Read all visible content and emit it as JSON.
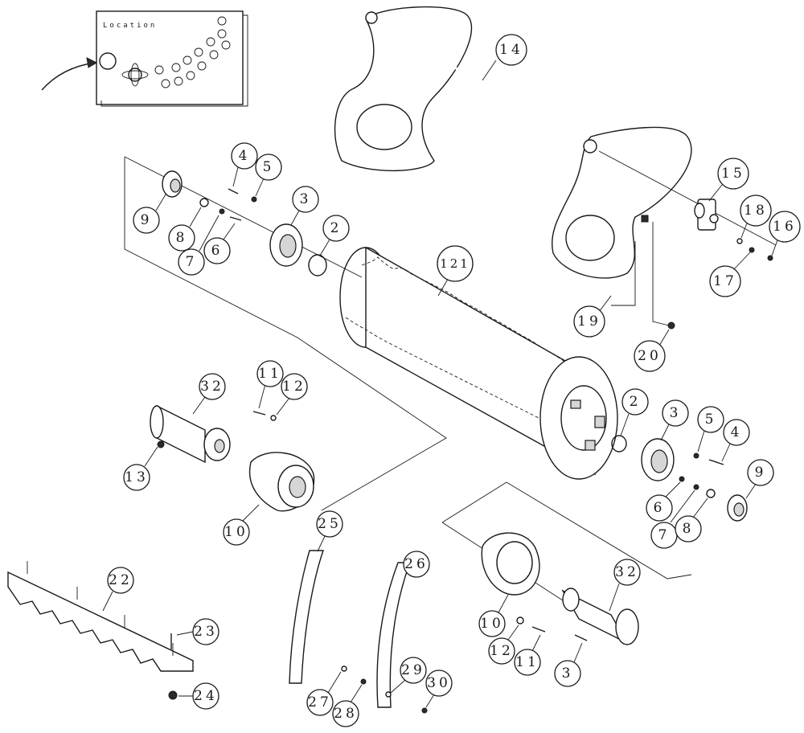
{
  "location_label": "Location",
  "callouts": [
    {
      "id": "c14",
      "label": "14"
    },
    {
      "id": "c15",
      "label": "15"
    },
    {
      "id": "c18a",
      "label": "18"
    },
    {
      "id": "c16a",
      "label": "16"
    },
    {
      "id": "c17",
      "label": "17"
    },
    {
      "id": "c19a",
      "label": "19"
    },
    {
      "id": "c20",
      "label": "20"
    },
    {
      "id": "c121",
      "label": "121"
    },
    {
      "id": "c4a",
      "label": "4"
    },
    {
      "id": "c5a",
      "label": "5"
    },
    {
      "id": "c3a",
      "label": "3"
    },
    {
      "id": "c2a",
      "label": "2"
    },
    {
      "id": "c9a",
      "label": "9"
    },
    {
      "id": "c8a",
      "label": "8"
    },
    {
      "id": "c7a",
      "label": "7"
    },
    {
      "id": "c6a",
      "label": "6"
    },
    {
      "id": "c32a",
      "label": "32"
    },
    {
      "id": "c11a",
      "label": "11"
    },
    {
      "id": "c12a",
      "label": "12"
    },
    {
      "id": "c13a",
      "label": "13"
    },
    {
      "id": "c10a",
      "label": "10"
    },
    {
      "id": "c2b",
      "label": "2"
    },
    {
      "id": "c3b",
      "label": "3"
    },
    {
      "id": "c5b",
      "label": "5"
    },
    {
      "id": "c4b",
      "label": "4"
    },
    {
      "id": "c9b",
      "label": "9"
    },
    {
      "id": "c6b",
      "label": "6"
    },
    {
      "id": "c7b",
      "label": "7"
    },
    {
      "id": "c8b",
      "label": "8"
    },
    {
      "id": "c22",
      "label": "22"
    },
    {
      "id": "c23",
      "label": "23"
    },
    {
      "id": "c24",
      "label": "24"
    },
    {
      "id": "c25",
      "label": "25"
    },
    {
      "id": "c26",
      "label": "26"
    },
    {
      "id": "c27",
      "label": "27"
    },
    {
      "id": "c28",
      "label": "28"
    },
    {
      "id": "c29",
      "label": "29"
    },
    {
      "id": "c30",
      "label": "30"
    },
    {
      "id": "c32b",
      "label": "32"
    },
    {
      "id": "c10b",
      "label": "10"
    },
    {
      "id": "c12b",
      "label": "12"
    },
    {
      "id": "c11b",
      "label": "11"
    },
    {
      "id": "c3c",
      "label": "3"
    }
  ]
}
